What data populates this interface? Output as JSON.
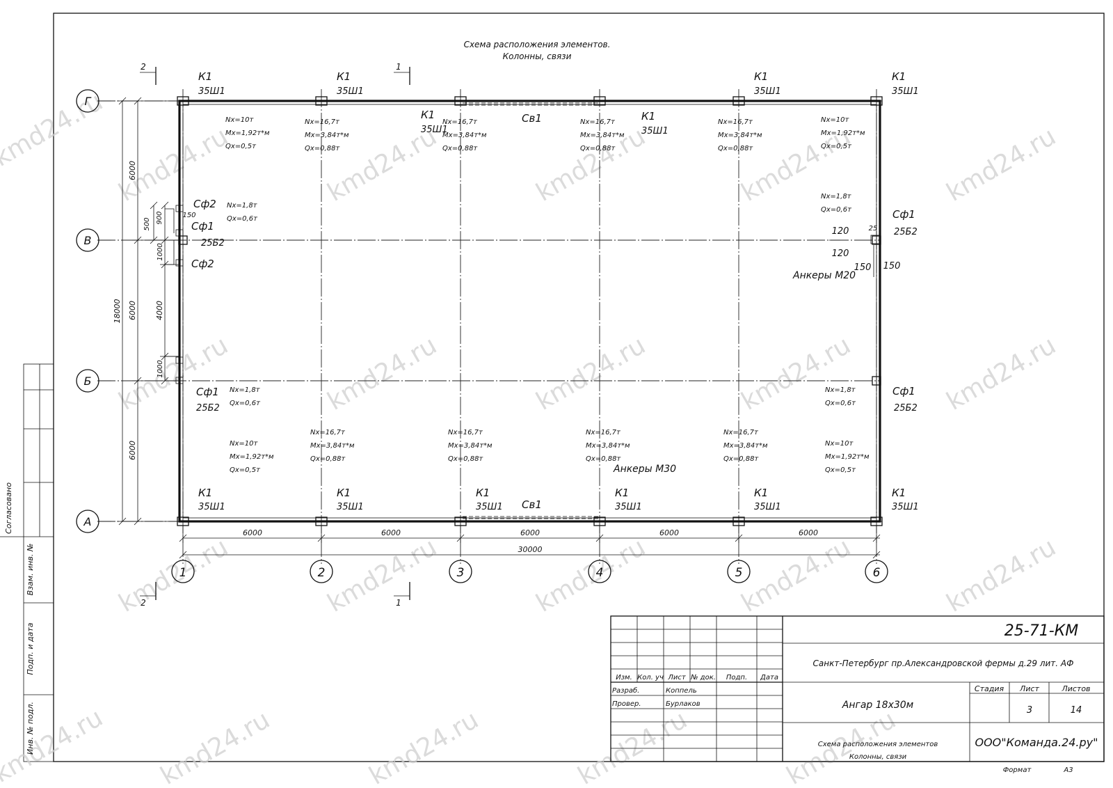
{
  "title": {
    "line1": "Схема расположения элементов.",
    "line2": "Колонны, связи"
  },
  "axes_letters": [
    "А",
    "Б",
    "В",
    "Г"
  ],
  "axes_numbers": [
    "1",
    "2",
    "3",
    "4",
    "5",
    "6"
  ],
  "section_marks": [
    "1",
    "2"
  ],
  "dims": {
    "bay": "6000",
    "total_length": "30000",
    "total_width": "18000",
    "d6000": "6000",
    "d4000": "4000",
    "d1000": "1000",
    "d500": "500",
    "d900": "900",
    "d150": "150",
    "d120": "120",
    "d25": "25"
  },
  "labels": {
    "k1": "К1",
    "sh35": "35Ш1",
    "sf1": "Сф1",
    "sf2": "Сф2",
    "b25": "25Б2",
    "sv1": "Св1",
    "anchors_m20": "Анкеры М20",
    "anchors_m30": "Анкеры М30"
  },
  "loads": {
    "corner": [
      "Nx=10т",
      "Mx=1,92т*м",
      "Qx=0,5т"
    ],
    "middle": [
      "Nx=16,7т",
      "Mx=3,84т*м",
      "Qx=0,88т"
    ],
    "wind": [
      "Nx=1,8т",
      "Qx=0,6т"
    ]
  },
  "watermark": "kmd24.ru",
  "side_stamp": {
    "agreed": "Согласовано",
    "inv_replace": "Взам. инв. №",
    "sign_date": "Подп. и дата",
    "inv_orig": "Инв. № подл."
  },
  "title_block": {
    "code": "25-71-КМ",
    "address": "Санкт-Петербург пр.Александровской фермы д.29 лит. АФ",
    "object": "Ангар 18х30м",
    "sheet_title_1": "Схема расположения элементов",
    "sheet_title_2": "Колонны, связи",
    "company": "ООО\"Команда.24.ру\"",
    "col_izm": "Изм.",
    "col_kol": "Кол. уч",
    "col_list": "Лист",
    "col_doc": "№ док.",
    "col_podp": "Подп.",
    "col_data": "Дата",
    "razrab": "Разраб.",
    "razrab_name": "Коппель",
    "prover": "Провер.",
    "prover_name": "Бурлаков",
    "stadia": "Стадия",
    "list": "Лист",
    "listov": "Листов",
    "list_num": "3",
    "listov_num": "14",
    "format_label": "Формат",
    "format": "А3"
  }
}
